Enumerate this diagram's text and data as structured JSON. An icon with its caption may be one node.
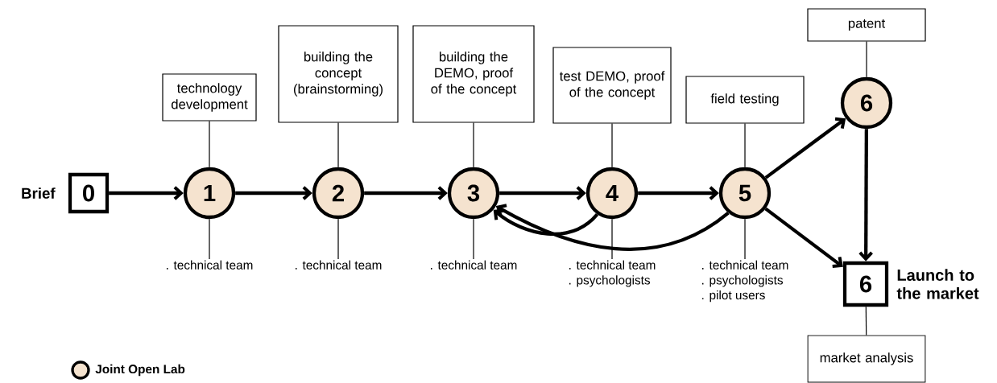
{
  "diagram": {
    "nodes": [
      {
        "text": [
          "0"
        ],
        "beside": [
          "Brief"
        ]
      },
      {
        "text": [
          "1"
        ]
      },
      {
        "text": [
          "2"
        ]
      },
      {
        "text": [
          "3"
        ]
      },
      {
        "text": [
          "4"
        ]
      },
      {
        "text": [
          "5"
        ]
      },
      {
        "text": [
          "6"
        ]
      },
      {
        "text": [
          "6"
        ],
        "beside": [
          "Launch to the market"
        ]
      },
      {
        "text": [
          "technology development"
        ]
      },
      {
        "text": [
          "building the concept (brainstorming)"
        ]
      },
      {
        "text": [
          "building the DEMO, proof of the concept"
        ]
      },
      {
        "text": [
          "test DEMO, proof of the concept"
        ]
      },
      {
        "text": [
          "field testing"
        ]
      },
      {
        "text": [
          "patent"
        ]
      },
      {
        "text": [
          "market analysis"
        ]
      },
      {
        "text": [
          ". technical team"
        ]
      },
      {
        "text": [
          ". technical team"
        ]
      },
      {
        "text": [
          ". technical team"
        ]
      },
      {
        "text": [
          ". technical team",
          ". psychologists"
        ]
      },
      {
        "text": [
          ". technical team",
          ". psychologists",
          ". pilot users"
        ]
      }
    ],
    "edges": [
      {
        "from": 0,
        "to": 1,
        "arrow": "to",
        "style": "thick"
      },
      {
        "from": 1,
        "to": 2,
        "arrow": "to",
        "style": "thick"
      },
      {
        "from": 2,
        "to": 3,
        "arrow": "to",
        "style": "thick"
      },
      {
        "from": 3,
        "to": 4,
        "arrow": "to",
        "style": "thick"
      },
      {
        "from": 4,
        "to": 5,
        "arrow": "to",
        "style": "thick"
      },
      {
        "from": 4,
        "to": 3,
        "arrow": "to",
        "style": "thick"
      },
      {
        "from": 5,
        "to": 3,
        "arrow": "to",
        "style": "thick"
      },
      {
        "from": 5,
        "to": 6,
        "arrow": "to",
        "style": "thick"
      },
      {
        "from": 5,
        "to": 7,
        "arrow": "to",
        "style": "thick"
      },
      {
        "from": 6,
        "to": 7,
        "arrow": "to",
        "style": "thick"
      },
      {
        "from": 8,
        "to": 1,
        "arrow": "none"
      },
      {
        "from": 9,
        "to": 2,
        "arrow": "none"
      },
      {
        "from": 10,
        "to": 3,
        "arrow": "none"
      },
      {
        "from": 11,
        "to": 4,
        "arrow": "none"
      },
      {
        "from": 12,
        "to": 5,
        "arrow": "none"
      },
      {
        "from": 13,
        "to": 6,
        "arrow": "none"
      },
      {
        "from": 7,
        "to": 14,
        "arrow": "none"
      },
      {
        "from": 1,
        "to": 15,
        "arrow": "none"
      },
      {
        "from": 2,
        "to": 16,
        "arrow": "none"
      },
      {
        "from": 3,
        "to": 17,
        "arrow": "none"
      },
      {
        "from": 4,
        "to": 18,
        "arrow": "none"
      },
      {
        "from": 5,
        "to": 19,
        "arrow": "none"
      }
    ],
    "legend": [
      {
        "text": "Joint Open Lab",
        "color": "#f5e3cf"
      }
    ]
  }
}
